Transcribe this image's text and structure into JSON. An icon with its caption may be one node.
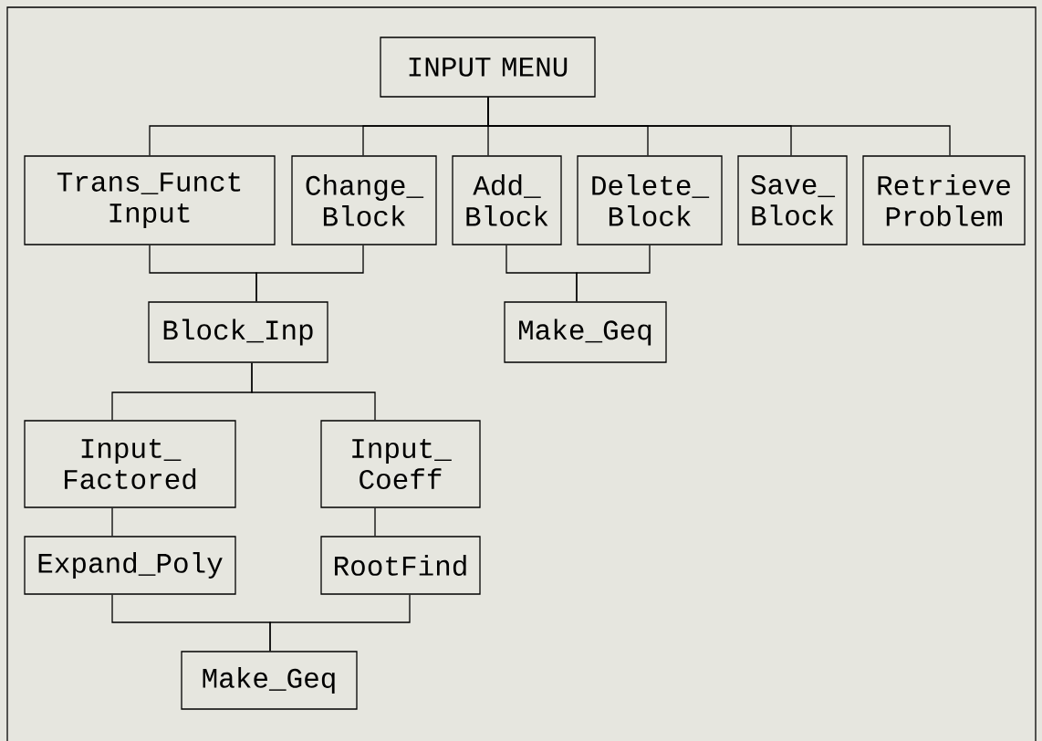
{
  "diagram": {
    "nodes": [
      {
        "text": [
          "INPUT MENU"
        ]
      },
      {
        "text": [
          "Trans_Funct Input"
        ]
      },
      {
        "text": [
          "Change_ Block"
        ]
      },
      {
        "text": [
          "Add_ Block"
        ]
      },
      {
        "text": [
          "Delete_ Block"
        ]
      },
      {
        "text": [
          "Save_ Block"
        ]
      },
      {
        "text": [
          "Retrieve Problem"
        ]
      },
      {
        "text": [
          "Block_Inp"
        ]
      },
      {
        "text": [
          "Make_Geq"
        ]
      },
      {
        "text": [
          "Input_ Factored"
        ]
      },
      {
        "text": [
          "Input_ Coeff"
        ]
      },
      {
        "text": [
          "Expand_Poly"
        ]
      },
      {
        "text": [
          "RootFind"
        ]
      },
      {
        "text": [
          "Make_Geq"
        ]
      }
    ],
    "edges": [
      {
        "from": 0,
        "to": 1,
        "arrow": "none"
      },
      {
        "from": 0,
        "to": 2,
        "arrow": "none"
      },
      {
        "from": 0,
        "to": 3,
        "arrow": "none"
      },
      {
        "from": 0,
        "to": 4,
        "arrow": "none"
      },
      {
        "from": 0,
        "to": 5,
        "arrow": "none"
      },
      {
        "from": 0,
        "to": 6,
        "arrow": "none"
      },
      {
        "from": 1,
        "to": 7,
        "arrow": "none"
      },
      {
        "from": 2,
        "to": 7,
        "arrow": "none"
      },
      {
        "from": 3,
        "to": 8,
        "arrow": "none"
      },
      {
        "from": 4,
        "to": 8,
        "arrow": "none"
      },
      {
        "from": 7,
        "to": 9,
        "arrow": "none"
      },
      {
        "from": 7,
        "to": 10,
        "arrow": "none"
      },
      {
        "from": 9,
        "to": 11,
        "arrow": "none"
      },
      {
        "from": 10,
        "to": 12,
        "arrow": "none"
      },
      {
        "from": 11,
        "to": 13,
        "arrow": "none"
      },
      {
        "from": 12,
        "to": 13,
        "arrow": "none"
      }
    ]
  }
}
